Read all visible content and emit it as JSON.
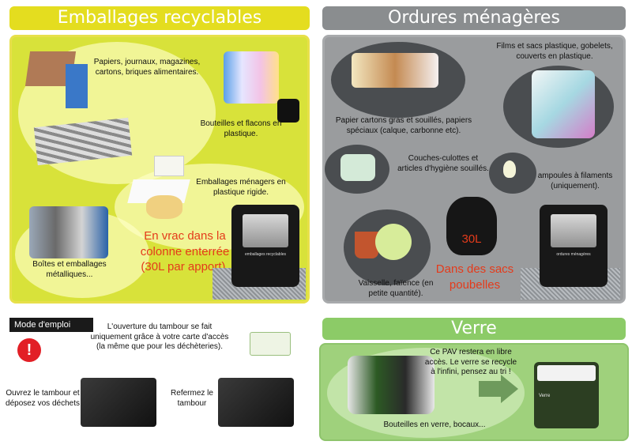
{
  "recyclables": {
    "title": "Emballages recyclables",
    "papers": "Papiers, journaux, magazines, cartons, briques alimentaires.",
    "bottles": "Bouteilles et flacons en plastique.",
    "rigid": "Emballages ménagers en plastique rigide.",
    "metal": "Boîtes et emballages métalliques...",
    "bulk_note": "En vrac dans la colonne enterrée (30L par apport).",
    "bin_label": "emballages recyclables"
  },
  "household": {
    "title": "Ordures ménagères",
    "films": "Films et sacs plastique, gobelets, couverts en plastique.",
    "greasy": "Papier cartons gras et souillés, papiers spéciaux (calque, carbonne etc).",
    "diapers": "Couches-culottes et articles d'hygiène souillés.",
    "bulbs": "ampoules à filaments (uniquement).",
    "dishes": "Vaisselle, faïence (en petite quantité).",
    "bag_size": "30L",
    "bags_note": "Dans des sacs poubelles",
    "bin_label": "ordures ménagères"
  },
  "glass": {
    "title": "Verre",
    "note": "Ce PAV restera en libre accès. Le verre se recycle à l'infini, pensez au tri !",
    "items": "Bouteilles en verre, bocaux...",
    "bin_label": "Verre"
  },
  "instructions": {
    "label": "Mode d'emploi",
    "warning_symbol": "!",
    "text": "L'ouverture du tambour se fait uniquement grâce à votre carte d'accès (la même que pour les déchèteries).",
    "step1": "Ouvrez le tambour et déposez vos déchets",
    "step2": "Refermez le tambour"
  },
  "colors": {
    "yellow": "#e4dd1f",
    "grey": "#8a8d8f",
    "green": "#8ccb67",
    "red": "#e43b1b"
  }
}
